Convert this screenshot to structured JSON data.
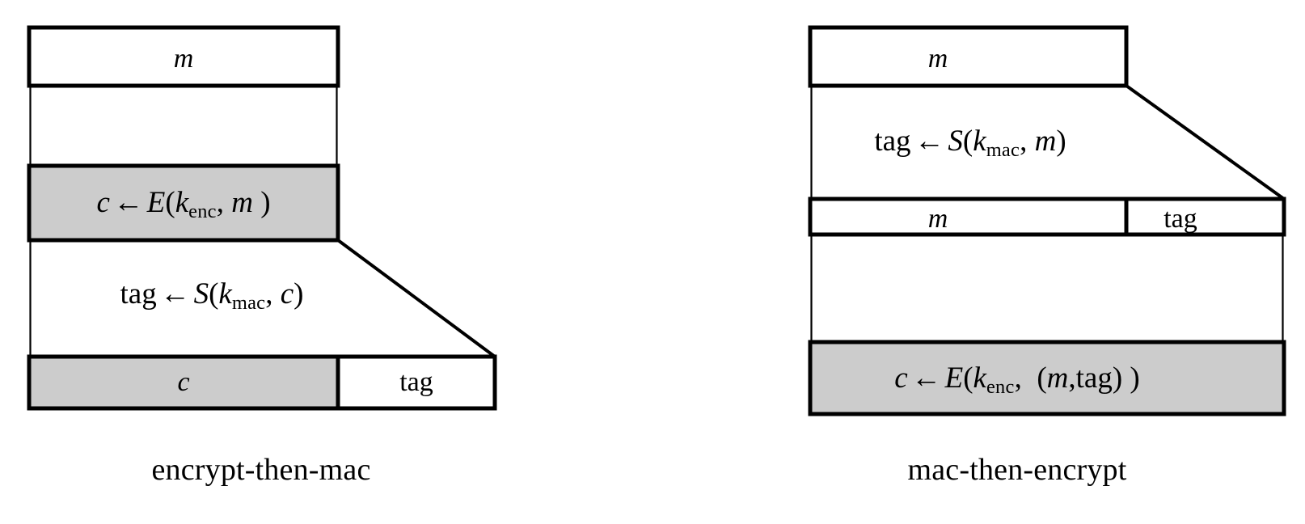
{
  "figure": {
    "background_color": "#ffffff",
    "stroke_color": "#000000",
    "highlight_fill": "#cccccc",
    "plain_fill": "#ffffff"
  },
  "diagrams": [
    {
      "id": "encrypt-then-mac",
      "caption": "encrypt-then-mac",
      "steps": [
        {
          "role": "input-block",
          "label": "m",
          "filled": false
        },
        {
          "role": "operation",
          "label_plain": "c ← E(k_enc, m )",
          "result": "c",
          "arrow": "←",
          "function": "E",
          "key": "k",
          "key_sub": "enc",
          "args": "m",
          "filled": true
        },
        {
          "role": "operation",
          "label_plain": "tag ← S(k_mac, c)",
          "result": "tag",
          "arrow": "←",
          "function": "S",
          "key": "k",
          "key_sub": "mac",
          "args": "c",
          "filled": false
        },
        {
          "role": "output-block",
          "segments": [
            {
              "label": "c",
              "filled": true
            },
            {
              "label": "tag",
              "filled": false
            }
          ]
        }
      ]
    },
    {
      "id": "mac-then-encrypt",
      "caption": "mac-then-encrypt",
      "steps": [
        {
          "role": "input-block",
          "label": "m",
          "filled": false
        },
        {
          "role": "operation",
          "label_plain": "tag ← S(k_mac, m)",
          "result": "tag",
          "arrow": "←",
          "function": "S",
          "key": "k",
          "key_sub": "mac",
          "args": "m",
          "filled": false
        },
        {
          "role": "intermediate-block",
          "segments": [
            {
              "label": "m",
              "filled": false
            },
            {
              "label": "tag",
              "filled": false
            }
          ]
        },
        {
          "role": "operation",
          "label_plain": "c ← E(k_enc, (m, tag) )",
          "result": "c",
          "arrow": "←",
          "function": "E",
          "key": "k",
          "key_sub": "enc",
          "args": "(m, tag)",
          "filled": true
        }
      ]
    }
  ],
  "glyphs": {
    "m": "m",
    "c": "c",
    "tag": "tag",
    "k": "k",
    "E": "E",
    "S": "S",
    "arrow_left": "←",
    "sub_enc": "enc",
    "sub_mac": "mac",
    "comma": ",",
    "paren_open": "(",
    "paren_close": ")"
  }
}
